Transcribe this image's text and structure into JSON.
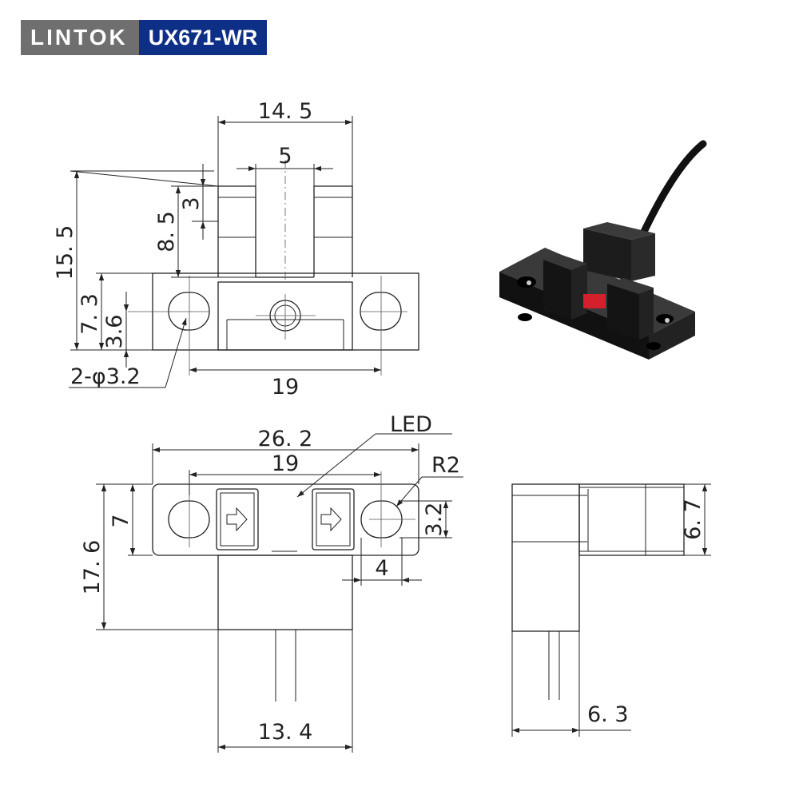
{
  "brand": "LINTOK",
  "model": "UX671-WR",
  "colors": {
    "brand_bg": "#6f6f6f",
    "model_bg": "#0e2f86",
    "led": "#d4202a",
    "body": "#1a1a1a"
  },
  "front_view": {
    "width_top": "14. 5",
    "slot_width": "5",
    "total_height": "15. 5",
    "slot_depth": "8. 5",
    "lens_height": "3",
    "flange_height": "7. 3",
    "hole_height": "3.6",
    "hole_spacing": "19",
    "hole_callout": "2-φ3.2"
  },
  "top_view": {
    "flange_length": "26. 2",
    "hole_spacing": "19",
    "led_label": "LED",
    "radius_label": "R2",
    "flange_width": "7",
    "total_depth": "17. 6",
    "hole_size": "3.2",
    "hole_offset": "4",
    "body_width": "13. 4"
  },
  "side_view": {
    "arm_height": "6. 7",
    "body_depth": "6. 3"
  }
}
